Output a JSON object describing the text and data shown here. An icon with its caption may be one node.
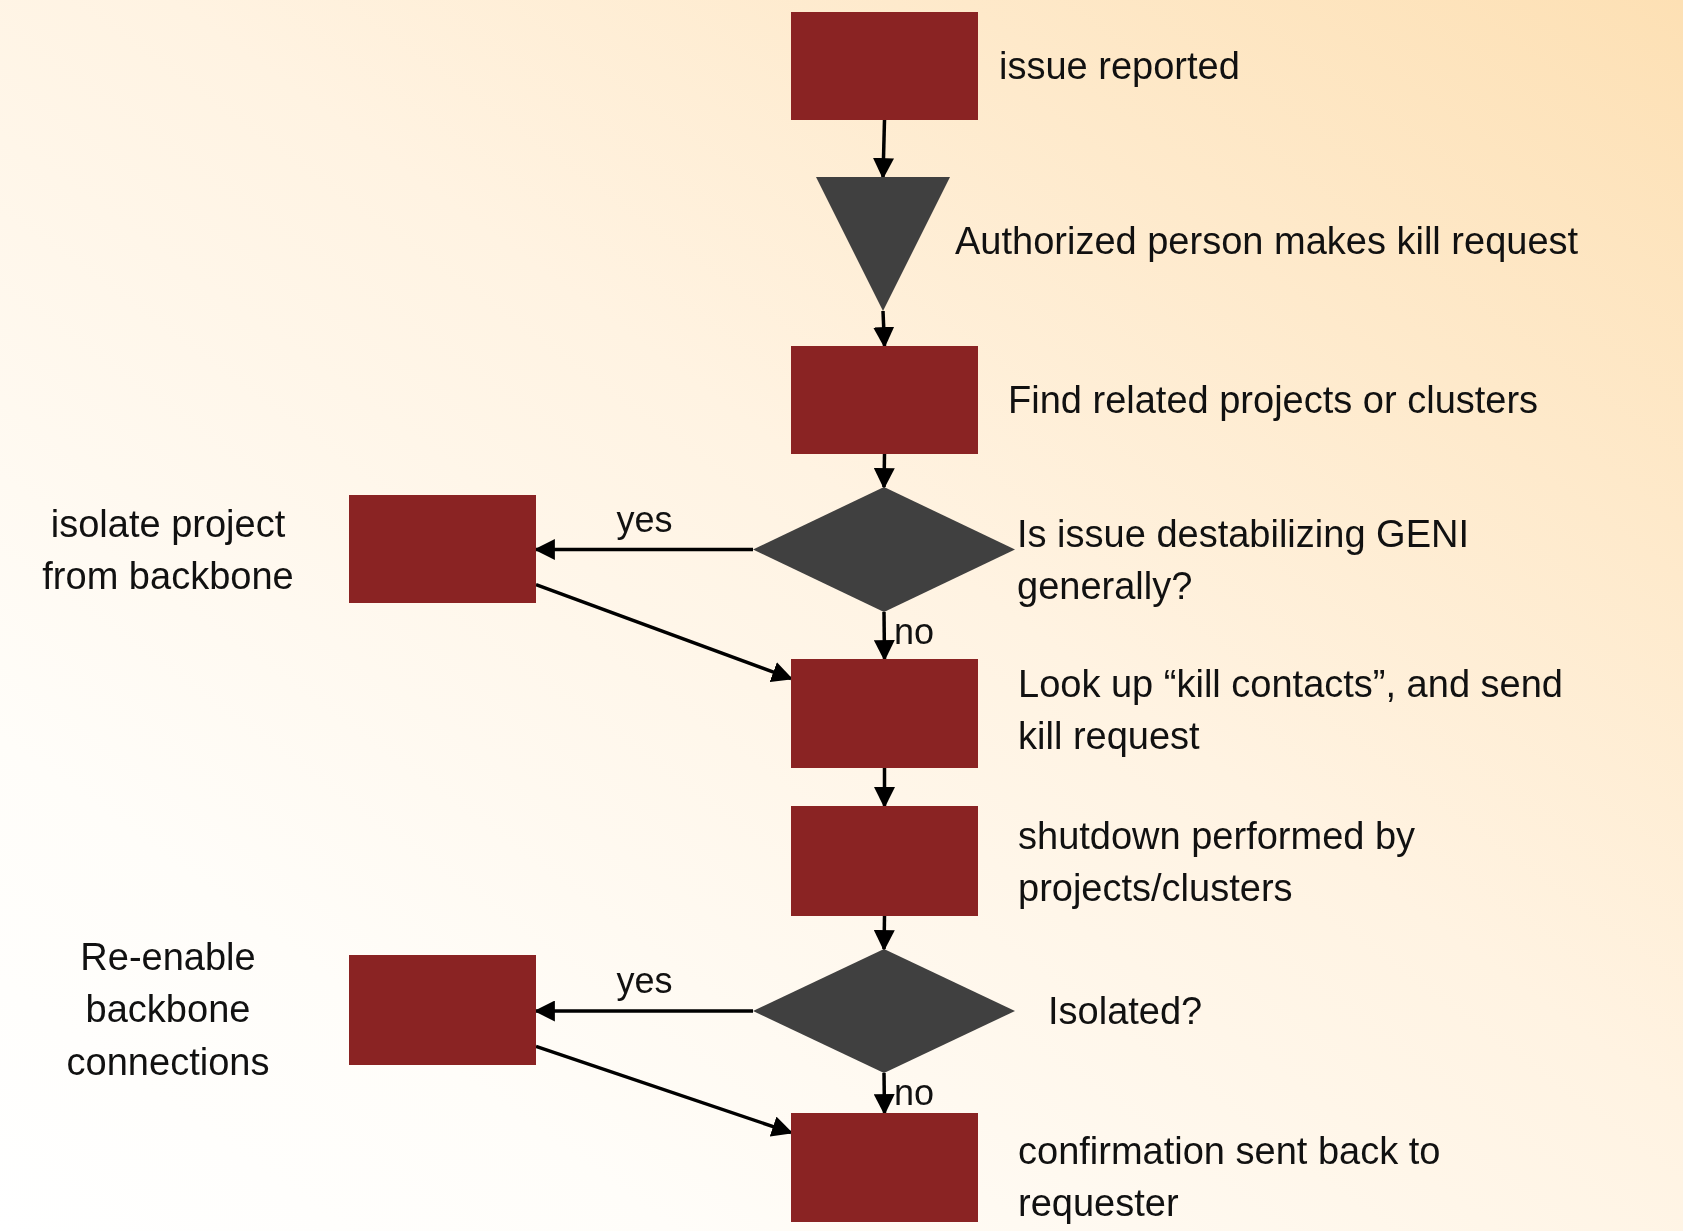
{
  "diagram": {
    "nodes": [
      {
        "text": [],
        "shape": "box",
        "beside": [
          "issue reported"
        ]
      },
      {
        "text": [],
        "shape": "triangle",
        "beside": [
          "Authorized person makes kill request"
        ]
      },
      {
        "text": [],
        "shape": "box",
        "beside": [
          "Find related projects or clusters"
        ]
      },
      {
        "text": [],
        "shape": "diamond",
        "beside": [
          "Is issue destabilizing GENI generally?"
        ]
      },
      {
        "text": [],
        "shape": "box",
        "beside": [
          "isolate project from backbone"
        ]
      },
      {
        "text": [],
        "shape": "box",
        "beside": [
          "Look up “kill contacts”, and send kill request"
        ]
      },
      {
        "text": [],
        "shape": "box",
        "beside": [
          "shutdown performed by projects/clusters"
        ]
      },
      {
        "text": [],
        "shape": "diamond",
        "beside": [
          "Isolated?"
        ]
      },
      {
        "text": [],
        "shape": "box",
        "beside": [
          "Re-enable backbone connections"
        ]
      },
      {
        "text": [],
        "shape": "box",
        "beside": [
          "confirmation sent back to requester"
        ]
      }
    ],
    "edges": [
      {
        "from": 0,
        "to": 1,
        "arrow": "to"
      },
      {
        "from": 1,
        "to": 2,
        "arrow": "to"
      },
      {
        "from": 2,
        "to": 3,
        "arrow": "to"
      },
      {
        "from": 3,
        "to": 4,
        "arrow": "to",
        "label": "yes"
      },
      {
        "from": 3,
        "to": 5,
        "arrow": "to",
        "label": "no"
      },
      {
        "from": 4,
        "to": 5,
        "arrow": "to"
      },
      {
        "from": 5,
        "to": 6,
        "arrow": "to"
      },
      {
        "from": 6,
        "to": 7,
        "arrow": "to"
      },
      {
        "from": 7,
        "to": 8,
        "arrow": "to",
        "label": "yes"
      },
      {
        "from": 7,
        "to": 9,
        "arrow": "to",
        "label": "no"
      },
      {
        "from": 8,
        "to": 9,
        "arrow": "to"
      }
    ]
  }
}
